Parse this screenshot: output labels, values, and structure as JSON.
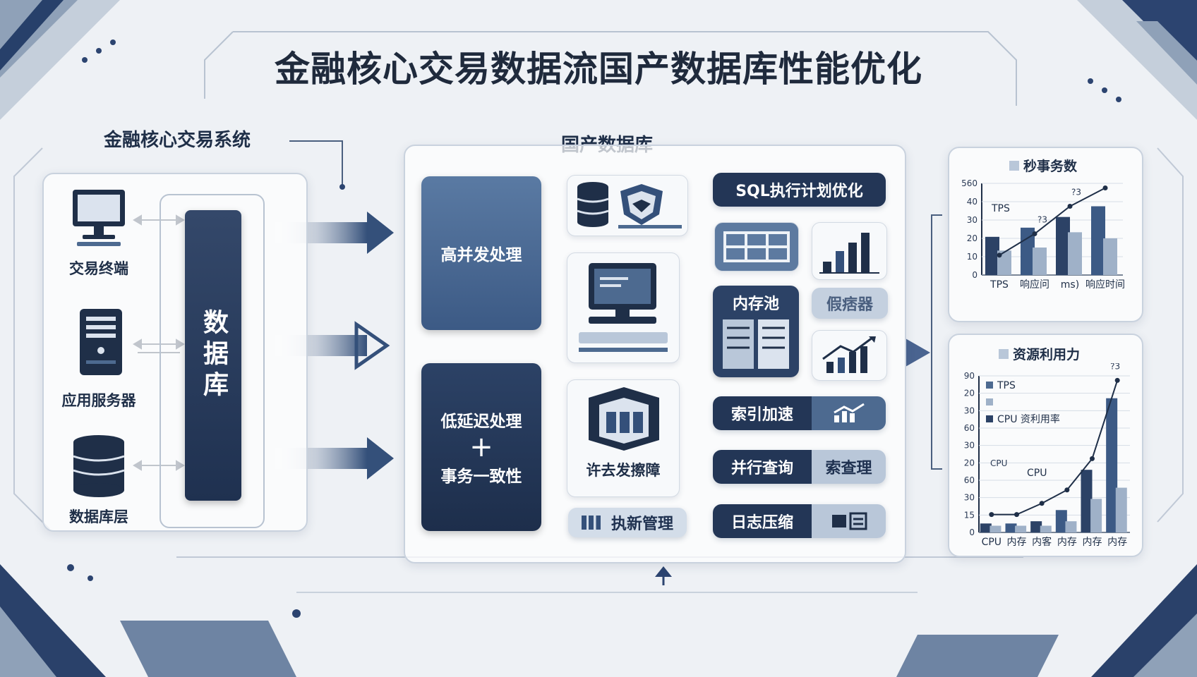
{
  "title": "金融核心交易数据流国产数据库性能优化",
  "left_section": {
    "label": "金融核心交易系统",
    "nodes": [
      {
        "label": "交易终端",
        "icon": "monitor-icon"
      },
      {
        "label": "应用服务器",
        "icon": "server-icon"
      },
      {
        "label": "数据库层",
        "icon": "database-icon"
      }
    ],
    "db_bar": "数据库"
  },
  "center_section": {
    "label": "国产数据库",
    "card_top": "高并发处理",
    "card_bottom_line1": "低延迟处理",
    "card_bottom_plus": "+",
    "card_bottom_line2": "事务一致性",
    "tile_label": "许去发擦障",
    "tile_manage": "执新管理",
    "sql_pill": "SQL执行计划优化",
    "memory_pool": "内存池",
    "cache_label": "假痞器",
    "index_pill": "索引加速",
    "parallel_dark": "并行查询",
    "parallel_light": "索查理",
    "log_pill": "日志压缩"
  },
  "colors": {
    "navy": "#233656",
    "steel": "#4d6a90",
    "light": "#b9c7d9",
    "bg": "#eef1f5"
  },
  "chart_data": [
    {
      "type": "bar",
      "title": "秒事务数",
      "y_ticks": [
        "0",
        "10",
        "20",
        "30",
        "40",
        "560"
      ],
      "categories": [
        "TPS",
        "响应问",
        "ms)",
        "响应时间"
      ],
      "series": [
        {
          "values": [
            25,
            31,
            38,
            45
          ]
        },
        {
          "values": [
            16,
            18,
            28,
            24
          ]
        }
      ],
      "line": [
        13,
        27,
        45,
        57
      ],
      "annotations": [
        "TPS",
        "?3",
        "?3"
      ],
      "ylim": [
        0,
        60
      ]
    },
    {
      "type": "bar",
      "title": "资源利用力",
      "y_ticks": [
        "0",
        "15",
        "30",
        "60",
        "20",
        "30",
        "60",
        "30",
        "20",
        "90"
      ],
      "categories": [
        "CPU",
        "内存",
        "内客",
        "内存",
        "内存",
        "内存"
      ],
      "legend": [
        "TPS",
        "",
        "CPU 资利用率"
      ],
      "series": [
        {
          "values": [
            4,
            4,
            5,
            10,
            28,
            60
          ]
        },
        {
          "values": [
            3,
            3,
            3,
            5,
            15,
            20
          ]
        }
      ],
      "line": [
        8,
        8,
        13,
        19,
        33,
        68
      ],
      "annotations": [
        "CPU",
        "CPU",
        "?3"
      ],
      "ylim": [
        0,
        70
      ]
    }
  ]
}
